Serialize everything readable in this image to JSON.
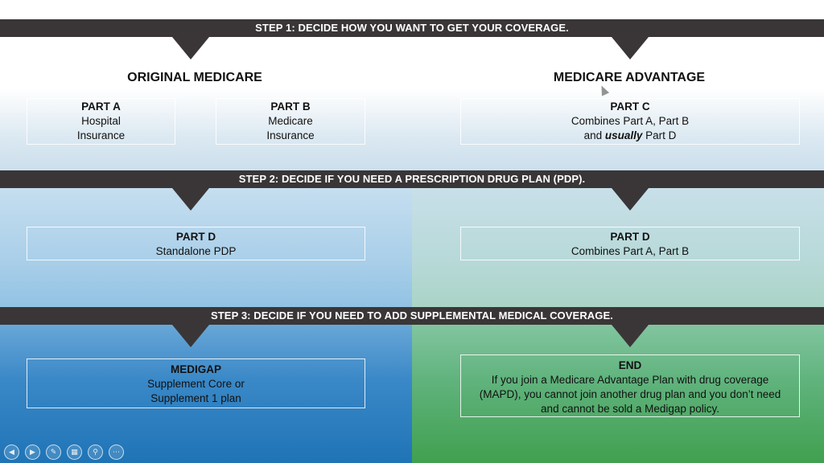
{
  "steps": {
    "step1": "STEP 1: DECIDE HOW YOU WANT TO GET YOUR COVERAGE.",
    "step2": "STEP 2: DECIDE IF YOU NEED A PRESCRIPTION DRUG PLAN (PDP).",
    "step3": "STEP 3: DECIDE IF YOU NEED TO ADD SUPPLEMENTAL MEDICAL COVERAGE."
  },
  "headings": {
    "original": "ORIGINAL MEDICARE",
    "advantage": "MEDICARE ADVANTAGE"
  },
  "boxes": {
    "part_a": {
      "title": "PART A",
      "line1": "Hospital",
      "line2": "Insurance"
    },
    "part_b": {
      "title": "PART B",
      "line1": "Medicare",
      "line2": "Insurance"
    },
    "part_c": {
      "title": "PART C",
      "line1": "Combines Part A, Part B",
      "line2_pre": "and ",
      "line2_em": "usually",
      "line2_post": " Part D"
    },
    "part_d_left": {
      "title": "PART D",
      "line1": "Standalone PDP"
    },
    "part_d_right": {
      "title": "PART D",
      "line1": "Combines Part A, Part B"
    },
    "medigap": {
      "title": "MEDIGAP",
      "line1": "Supplement Core or",
      "line2": "Supplement 1 plan"
    },
    "end": {
      "title": "END",
      "line1": "If you join a Medicare Advantage Plan with drug coverage",
      "line2": "(MAPD), you cannot join another drug plan and you don’t need",
      "line3": "and cannot be sold a Medigap policy."
    }
  },
  "controls": {
    "prev_icon": "arrow-left-icon",
    "next_icon": "arrow-right-icon",
    "pen_icon": "pen-icon",
    "slides_icon": "slides-icon",
    "zoom_icon": "zoom-icon",
    "more_icon": "more-icon"
  },
  "colors": {
    "bar": "#3a3637",
    "left_bottom": "#1f74b6",
    "right_bottom": "#40a04f"
  }
}
